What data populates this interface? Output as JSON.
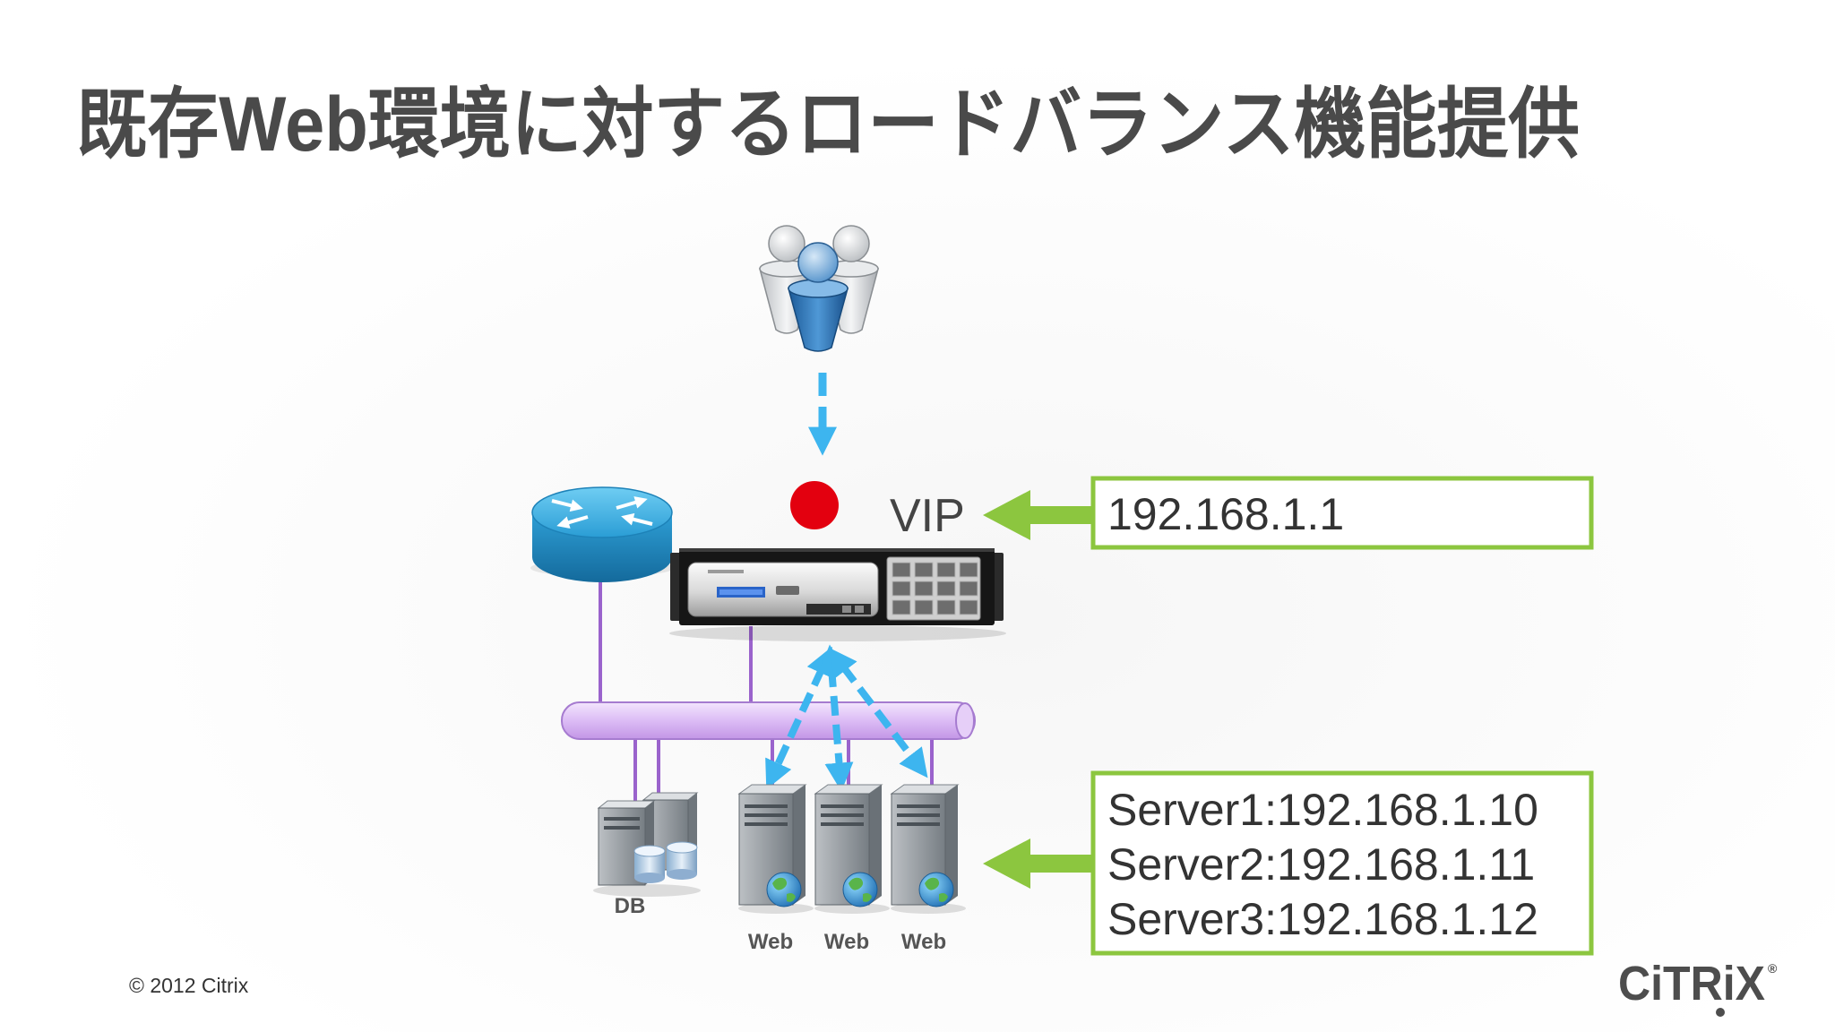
{
  "slide": {
    "title": "既存Web環境に対するロードバランス機能提供",
    "copyright": "© 2012 Citrix",
    "logo": "CiTRiX",
    "logo_registered": "®"
  },
  "diagram": {
    "vip_label": "VIP",
    "vip_address": "192.168.1.1",
    "server_addresses": [
      "Server1:192.168.1.10",
      "Server2:192.168.1.11",
      "Server3:192.168.1.12"
    ],
    "db_label": "DB",
    "web_labels": [
      "Web",
      "Web",
      "Web"
    ]
  },
  "icons": {
    "clients": "users-icon",
    "router": "router-icon",
    "appliance": "netscaler-appliance-icon",
    "database": "database-server-icon",
    "web_server": "web-server-icon",
    "vip_marker": "vip-dot-icon"
  },
  "colors": {
    "title_text": "#4a4a4a",
    "callout_green": "#8cc63f",
    "flow_arrow_blue": "#3db5ef",
    "vip_marker_red": "#e3000f",
    "network_purple": "#9a63cc"
  }
}
